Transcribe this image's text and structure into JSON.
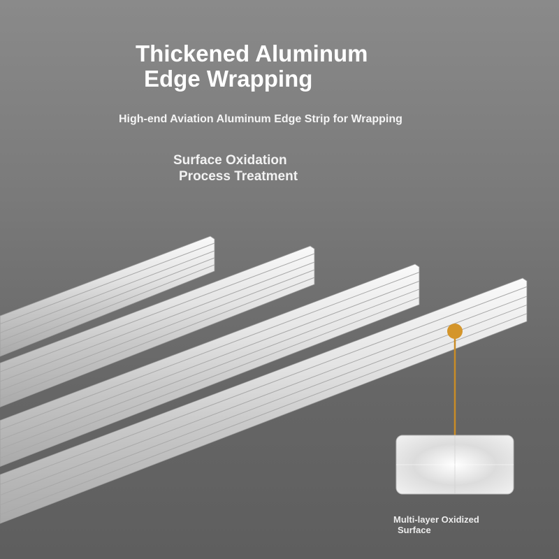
{
  "headline": {
    "line1": "Thickened Aluminum",
    "line2": "Edge Wrapping"
  },
  "subtitle": "High-end Aviation Aluminum Edge Strip for Wrapping",
  "treatment": {
    "line1": "Surface Oxidation",
    "line2": "Process Treatment"
  },
  "callout": {
    "line1": "Multi-layer Oxidized",
    "line2": "Surface"
  },
  "colors": {
    "accent": "#d4952a",
    "background": "#6e6e6e"
  }
}
